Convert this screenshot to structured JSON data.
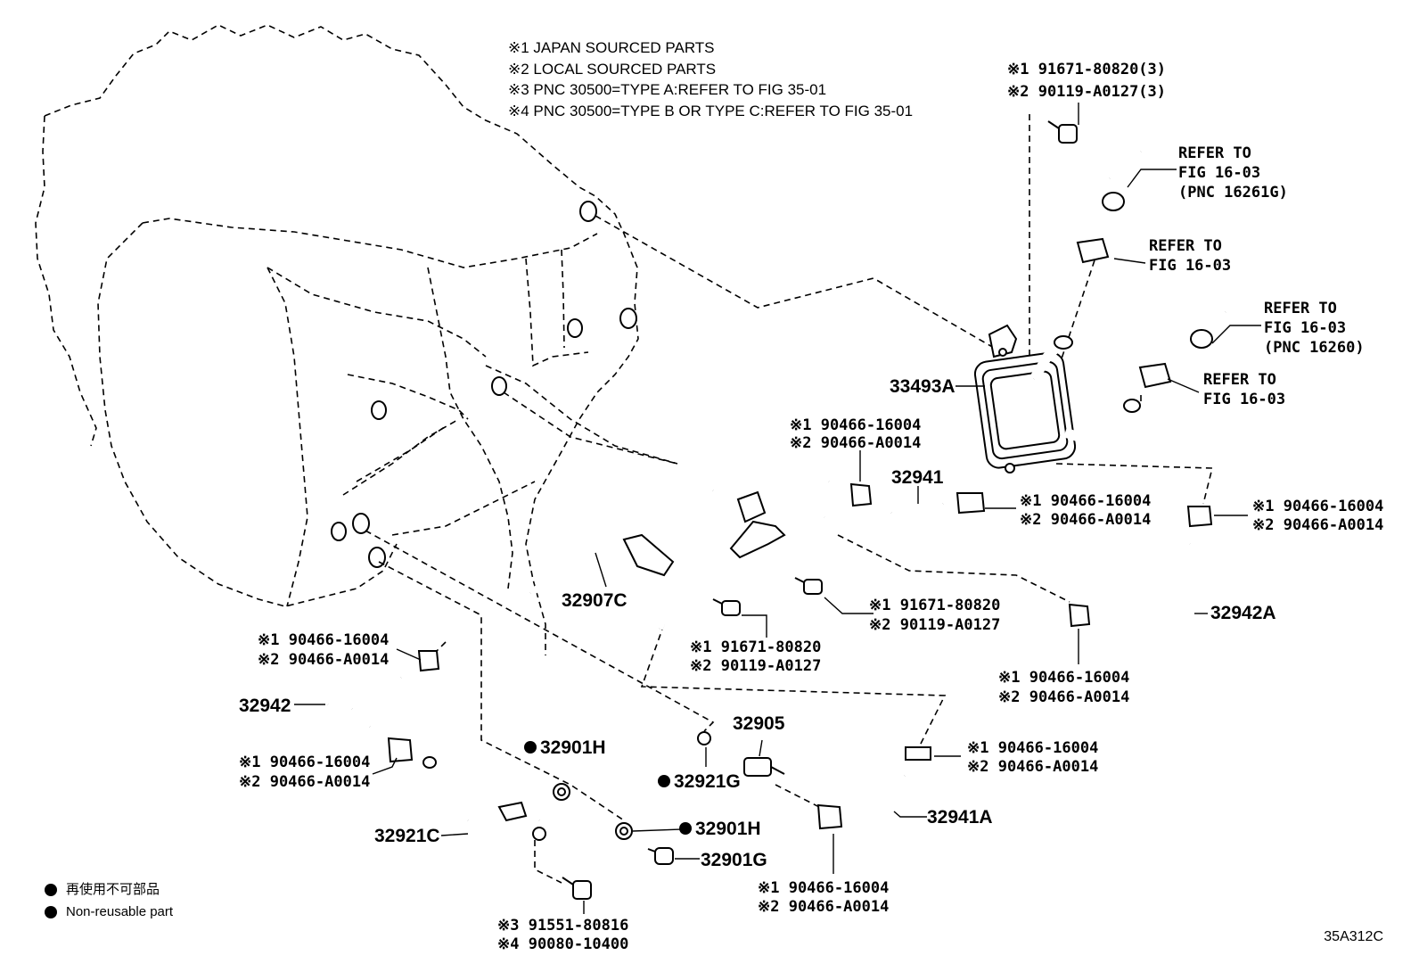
{
  "notes": [
    "※1 JAPAN SOURCED PARTS",
    "※2 LOCAL SOURCED PARTS",
    "※3 PNC 30500=TYPE A:REFER TO FIG 35-01",
    "※4 PNC 30500=TYPE B OR TYPE C:REFER TO FIG 35-01"
  ],
  "legend": [
    "再使用不可部品",
    "Non-reusable part"
  ],
  "figure_id": "35A312C",
  "labels": {
    "bolt_top_1": "※1 91671-80820(3)",
    "bolt_top_2": "※2 90119-A0127(3)",
    "refer_a_1": "REFER TO",
    "refer_a_2": "FIG 16-03",
    "refer_a_3": "(PNC 16261G)",
    "refer_b_1": "REFER TO",
    "refer_b_2": "FIG 16-03",
    "refer_c_1": "REFER TO",
    "refer_c_2": "FIG 16-03",
    "refer_c_3": "(PNC 16260)",
    "refer_d_1": "REFER TO",
    "refer_d_2": "FIG 16-03",
    "cooler": "33493A",
    "clip_a_1": "※1 90466-16004",
    "clip_a_2": "※2 90466-A0014",
    "hose_32941": "32941",
    "clip_b_1": "※1 90466-16004",
    "clip_b_2": "※2 90466-A0014",
    "clip_c_1": "※1 90466-16004",
    "clip_c_2": "※2 90466-A0014",
    "bolt_mid_1": "※1 91671-80820",
    "bolt_mid_2": "※2 90119-A0127",
    "hose_32942A": "32942A",
    "pipe_32907C": "32907C",
    "bolt_low_1": "※1 91671-80820",
    "bolt_low_2": "※2 90119-A0127",
    "clip_d_1": "※1 90466-16004",
    "clip_d_2": "※2 90466-A0014",
    "clip_e_1": "※1 90466-16004",
    "clip_e_2": "※2 90466-A0014",
    "hose_32942": "32942",
    "clip_f_1": "※1 90466-16004",
    "clip_f_2": "※2 90466-A0014",
    "gasket_32901H_a": "32901H",
    "ring_32921G": "32921G",
    "union_32905": "32905",
    "clip_g_1": "※1 90466-16004",
    "clip_g_2": "※2 90466-A0014",
    "hose_32941A": "32941A",
    "pipe_32921C": "32921C",
    "gasket_32901H_b": "32901H",
    "bolt_32901G": "32901G",
    "clip_h_1": "※1 90466-16004",
    "clip_h_2": "※2 90466-A0014",
    "bolt_bottom_1": "※3 91551-80816",
    "bolt_bottom_2": "※4 90080-10400"
  }
}
